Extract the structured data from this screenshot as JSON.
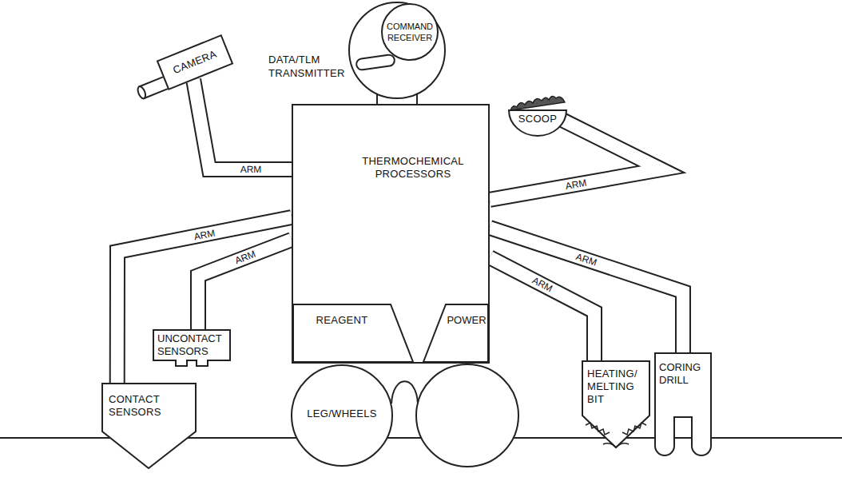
{
  "diagram": {
    "nodes": [
      {
        "text": [
          "COMMAND RECEIVER"
        ]
      },
      {
        "text": [
          "CAMERA"
        ]
      },
      {
        "text": [
          "SCOOP"
        ]
      },
      {
        "text": [
          "THERMOCHEMICAL PROCESSORS"
        ]
      },
      {
        "text": [
          "REAGENT"
        ],
        "in": 3
      },
      {
        "text": [
          "POWER"
        ],
        "in": 3
      },
      {
        "text": [
          "CONTACT SENSORS"
        ]
      },
      {
        "text": [
          "UNCONTACT SENSORS"
        ]
      },
      {
        "text": [
          "LEG/WHEELS"
        ]
      },
      {
        "text": [
          "HEATING/ MELTING BIT"
        ]
      },
      {
        "text": [
          "CORING DRILL"
        ]
      }
    ],
    "edges": [
      {
        "from": 3,
        "to": 1,
        "label": "ARM",
        "arrow": "none"
      },
      {
        "from": 3,
        "to": 2,
        "label": "ARM",
        "arrow": "none"
      },
      {
        "from": 3,
        "to": 6,
        "label": "ARM",
        "arrow": "none"
      },
      {
        "from": 3,
        "to": 7,
        "label": "ARM",
        "arrow": "none"
      },
      {
        "from": 3,
        "to": 10,
        "label": "ARM",
        "arrow": "none"
      },
      {
        "from": 3,
        "to": 9,
        "label": "ARM",
        "arrow": "none"
      }
    ],
    "labels": [
      "DATA/TLM TRANSMITTER"
    ]
  }
}
